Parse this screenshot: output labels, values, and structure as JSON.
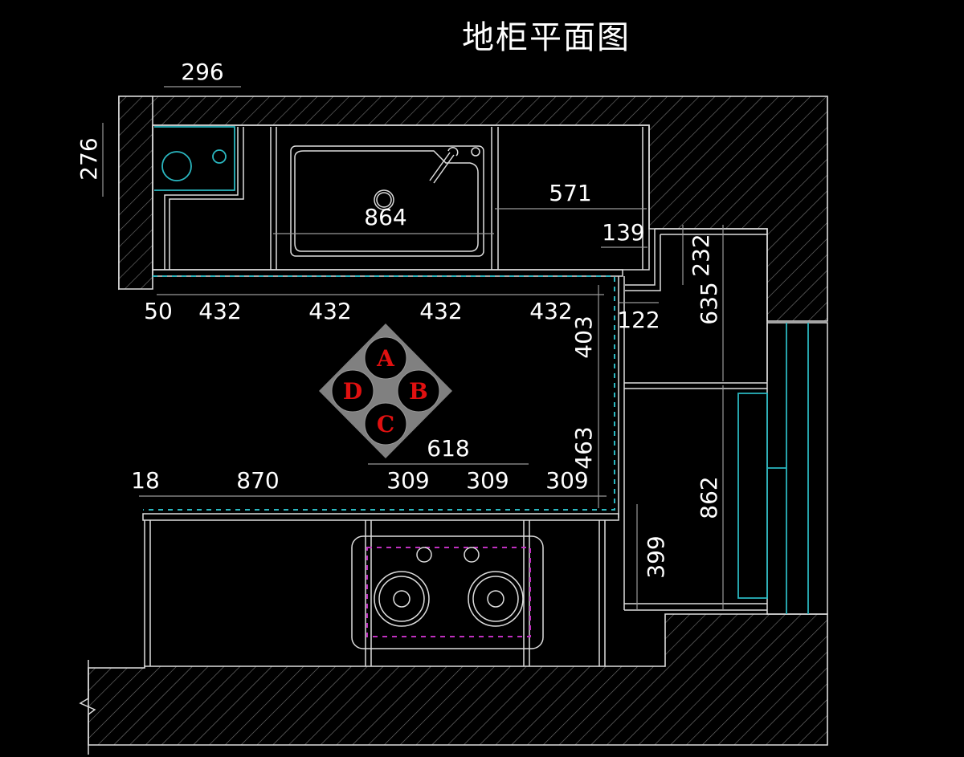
{
  "title": "地柜平面图",
  "colors": {
    "background": "#000000",
    "lines": "#dddddd",
    "cyan_accent": "#2ab7c0",
    "hob_outline": "#c030c0",
    "burner_label": "#e01010",
    "burner_panel": "#808080"
  },
  "dimensions": {
    "top_296": "296",
    "left_276": "276",
    "sink_864": "864",
    "right_571": "571",
    "small_139": "139",
    "v_232": "232",
    "v_635": "635",
    "row1": [
      "50",
      "432",
      "432",
      "432",
      "432"
    ],
    "h_122": "122",
    "v_403": "403",
    "v_463": "463",
    "hob_618": "618",
    "row2": [
      "18",
      "870",
      "309",
      "309",
      "309"
    ],
    "v_862": "862",
    "v_399": "399"
  },
  "burner_diagram": {
    "labels": [
      "A",
      "B",
      "C",
      "D"
    ]
  }
}
